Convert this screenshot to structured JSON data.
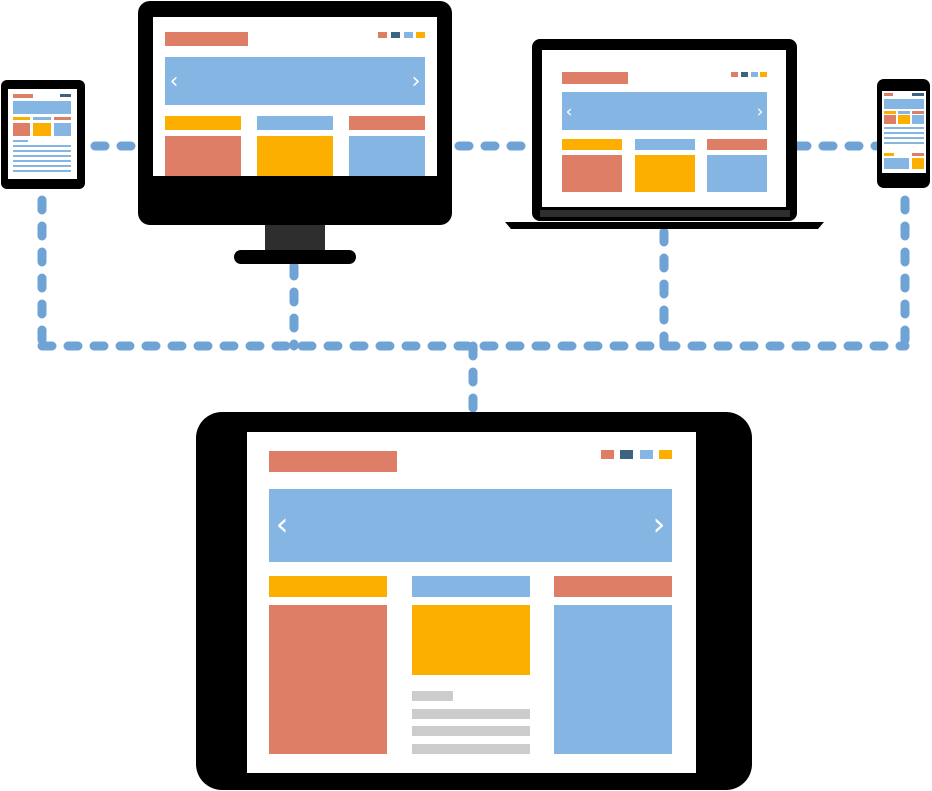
{
  "colors": {
    "salmon": "#DE7E67",
    "navy": "#3C6482",
    "sky": "#85B6E3",
    "amber": "#FDAF00",
    "gray": "#CCCCCC",
    "device": "#000000",
    "stand": "#2E2E2E",
    "connector": "#6FA3D6",
    "screen": "#FFFFFF"
  },
  "icons": {
    "prev": "chevron-left-icon",
    "next": "chevron-right-icon"
  },
  "glyphs": {
    "prev": "‹",
    "next": "›"
  },
  "devices": [
    "small-tablet",
    "desktop-monitor",
    "laptop",
    "smartphone",
    "large-tablet"
  ]
}
